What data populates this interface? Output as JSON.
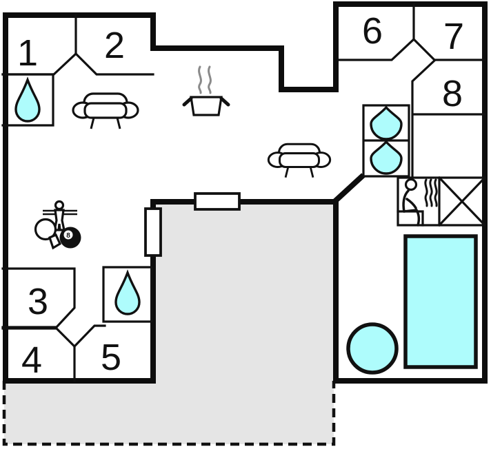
{
  "floorplan": {
    "type": "vacation-home-floor-plan",
    "colors": {
      "wall": "#0d0d0d",
      "water_features": "#aefcfc",
      "terrace": "#e5e5e5",
      "background": "#ffffff",
      "steam": "#8a8a8a"
    },
    "rooms": [
      {
        "label": "1"
      },
      {
        "label": "2"
      },
      {
        "label": "3"
      },
      {
        "label": "4"
      },
      {
        "label": "5"
      },
      {
        "label": "6"
      },
      {
        "label": "7"
      },
      {
        "label": "8"
      }
    ],
    "billiard_ball_label": "8",
    "fixtures": [
      "water-drop-bath-room1",
      "sofa-living-left",
      "stove-kitchen",
      "sofa-living-center",
      "foosball-player",
      "table-tennis-paddle",
      "billiard-8-ball",
      "water-drop-bath-room5",
      "water-drop-shower-upper",
      "water-drop-shower-lower",
      "sauna-person",
      "sauna-heater-cross",
      "swimming-pool",
      "hot-tub",
      "terrace-gray-area",
      "patio-dashed-area",
      "door-window-terrace-top",
      "door-window-terrace-left"
    ]
  }
}
